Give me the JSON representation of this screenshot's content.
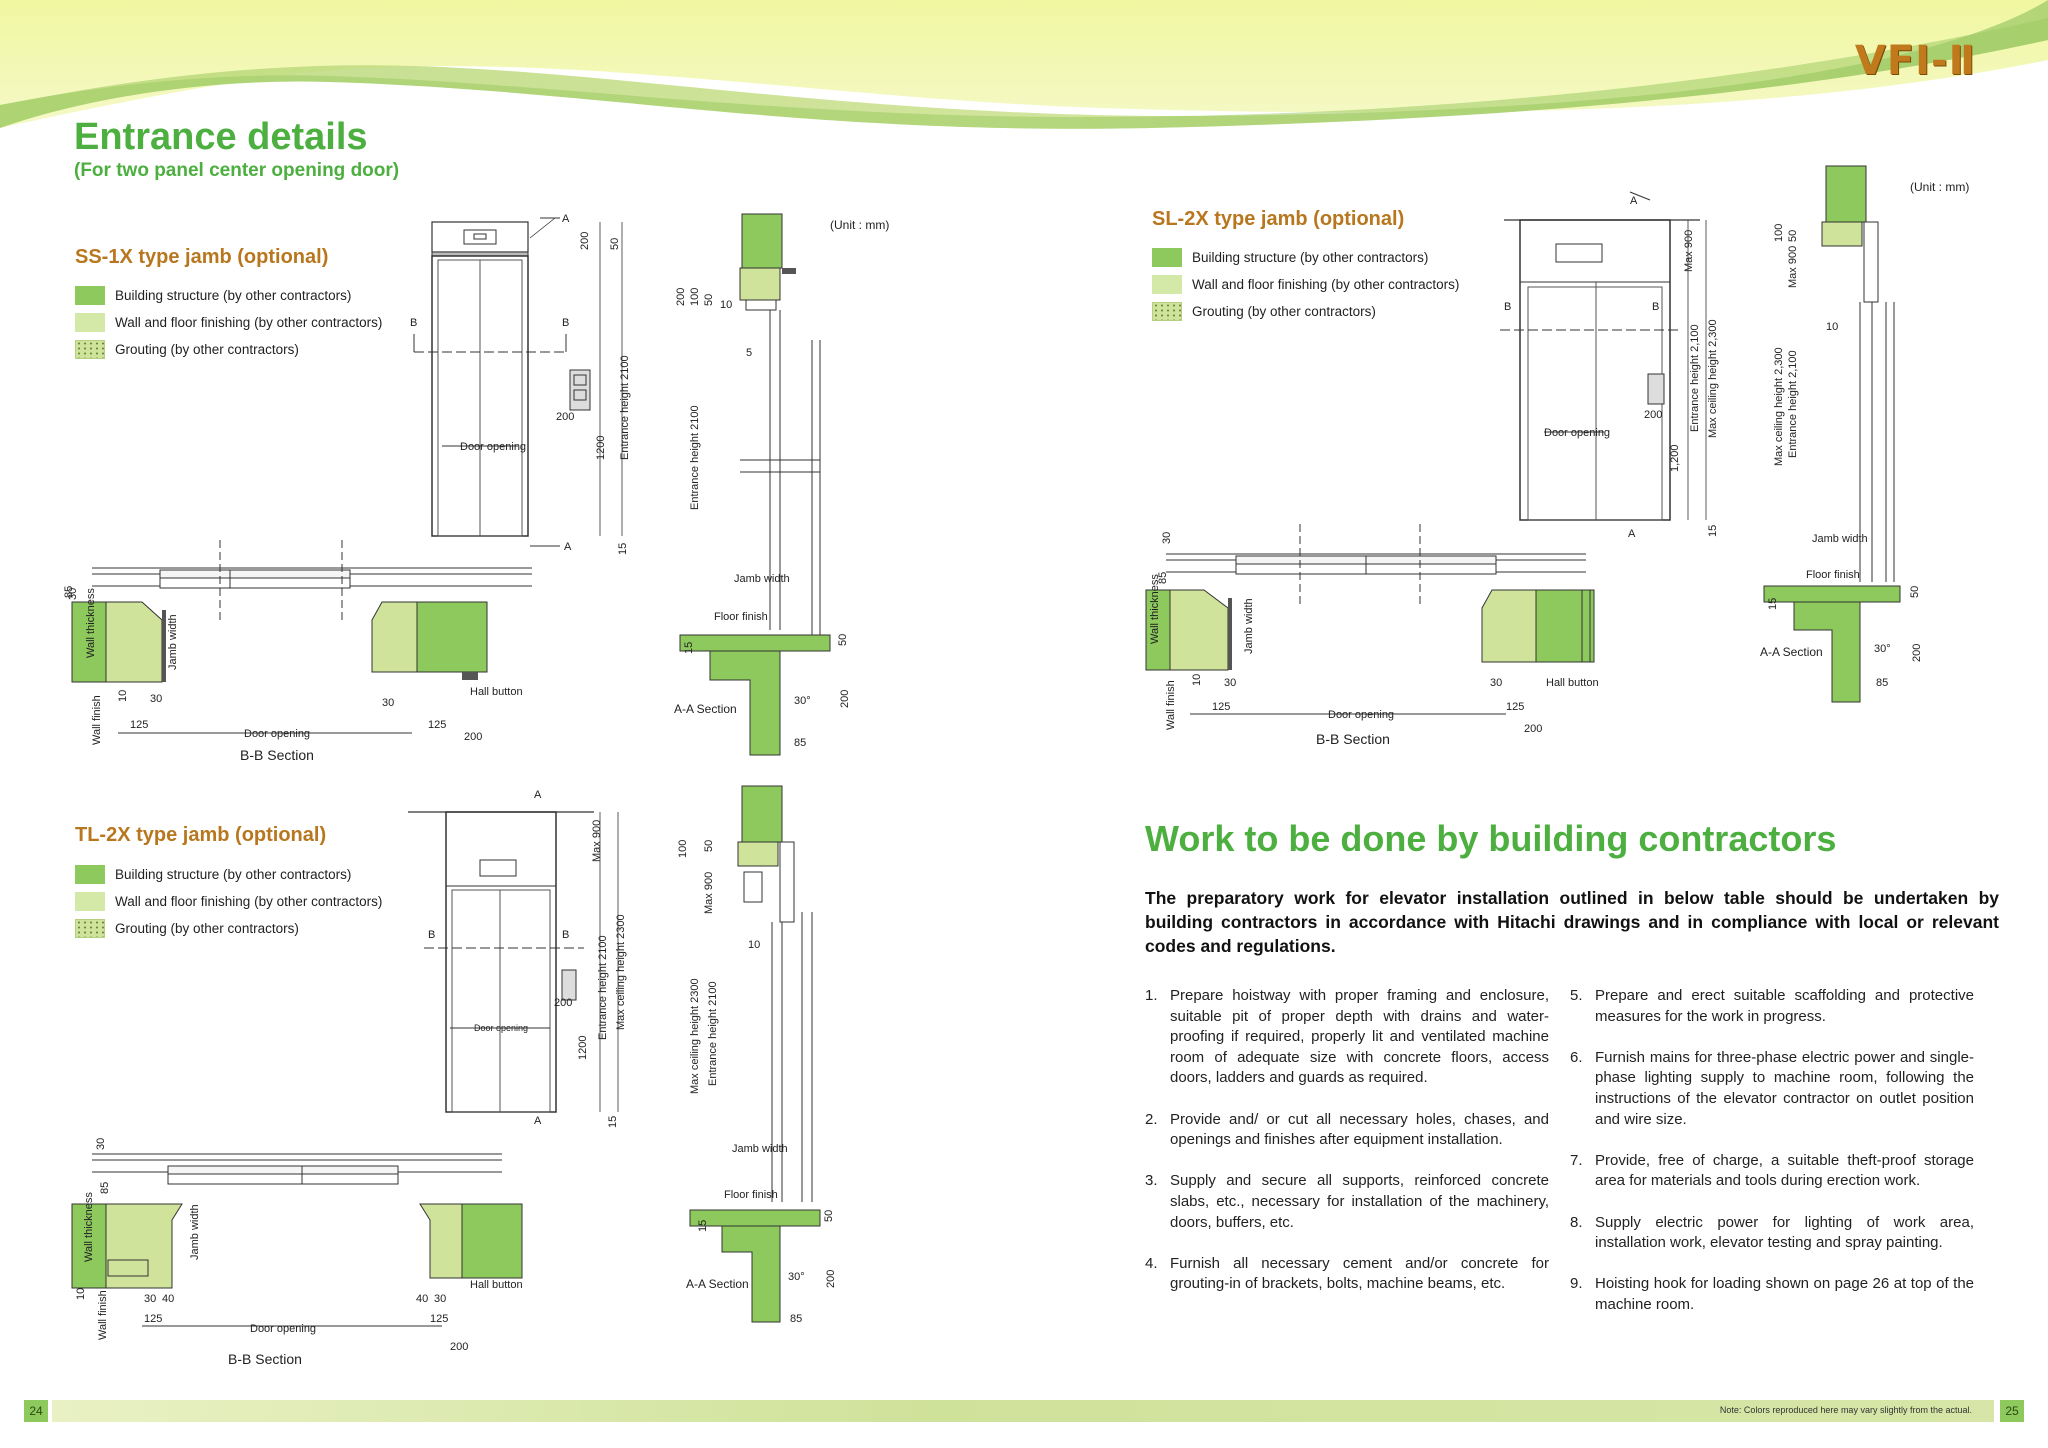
{
  "brand": {
    "logo": "VFI-Ⅱ"
  },
  "title": {
    "main": "Entrance details",
    "subtitle": "(For two panel center opening door)"
  },
  "legend_labels": {
    "structure": "Building structure (by other contractors)",
    "finishing": "Wall and floor finishing (by other contractors)",
    "grouting": "Grouting (by other contractors)"
  },
  "jambs": {
    "ss1x": {
      "title": "SS-1X type jamb (optional)",
      "unit": "(Unit : mm)"
    },
    "sl2x": {
      "title": "SL-2X type jamb (optional)",
      "unit": "(Unit : mm)"
    },
    "tl2x": {
      "title": "TL-2X type jamb (optional)"
    }
  },
  "drawing_labels": {
    "door_opening": "Door opening",
    "entrance_height_2100": "Entrance height 2100",
    "entrance_height_2_100": "Entrance height 2,100",
    "max_ceiling_height_2300": "Max ceiling height 2300",
    "max_ceiling_height_2_300": "Max ceiling height 2,300",
    "max_900": "Max 900",
    "jamb_width": "Jamb width",
    "floor_finish": "Floor finish",
    "wall_thickness": "Wall thickness",
    "wall_finish": "Wall finish",
    "hall_button": "Hall button",
    "bb_section": "B-B Section",
    "aa_section": "A-A Section",
    "a": "A",
    "b": "B",
    "d200": "200",
    "d50": "50",
    "d1200": "1200",
    "d1_200": "1,200",
    "d15": "15",
    "d30": "30",
    "d85": "85",
    "d10": "10",
    "d125": "125",
    "d100": "100",
    "d5": "5",
    "d40": "40",
    "deg30": "30°"
  },
  "work": {
    "title": "Work to be done by building contractors",
    "intro": "The preparatory work for elevator installation outlined in below table should be undertaken by building contractors in accordance with Hitachi drawings and in compliance with local or relevant codes and regulations.",
    "items_left": [
      {
        "num": "1.",
        "text": "Prepare hoistway with proper framing and enclosure, suitable pit of proper depth with drains and water-proofing if required, properly lit and ventilated machine room of adequate size with concrete floors, access doors, ladders and guards as required."
      },
      {
        "num": "2.",
        "text": "Provide and/ or cut all necessary holes, chases, and openings and finishes after equipment installation."
      },
      {
        "num": "3.",
        "text": "Supply and secure all supports, reinforced concrete slabs, etc., necessary for installation of the machinery, doors, buffers, etc."
      },
      {
        "num": "4.",
        "text": "Furnish all necessary cement and/or concrete for grouting-in of brackets, bolts, machine beams, etc."
      }
    ],
    "items_right": [
      {
        "num": "5.",
        "text": "Prepare and erect suitable scaffolding and protective measures for the work in progress."
      },
      {
        "num": "6.",
        "text": "Furnish mains for three-phase electric power and single-phase lighting supply to machine room, following the instructions of the elevator contractor on outlet position and wire size."
      },
      {
        "num": "7.",
        "text": "Provide, free of charge, a suitable theft-proof storage area for materials and tools during erection work."
      },
      {
        "num": "8.",
        "text": "Supply electric power for lighting of work area, installation work, elevator testing and spray painting."
      },
      {
        "num": "9.",
        "text": "Hoisting hook for loading shown on page 26 at top of the machine room."
      }
    ]
  },
  "footer": {
    "page_left": "24",
    "page_right": "25",
    "note": "Note: Colors reproduced here may vary slightly from the actual."
  },
  "colors": {
    "title_green": "#4caf3f",
    "jamb_title_orange": "#b8771f",
    "structure_green": "#8dc95d",
    "finish_green": "#d4e8a8",
    "logo_gold": "#c07a1c"
  }
}
